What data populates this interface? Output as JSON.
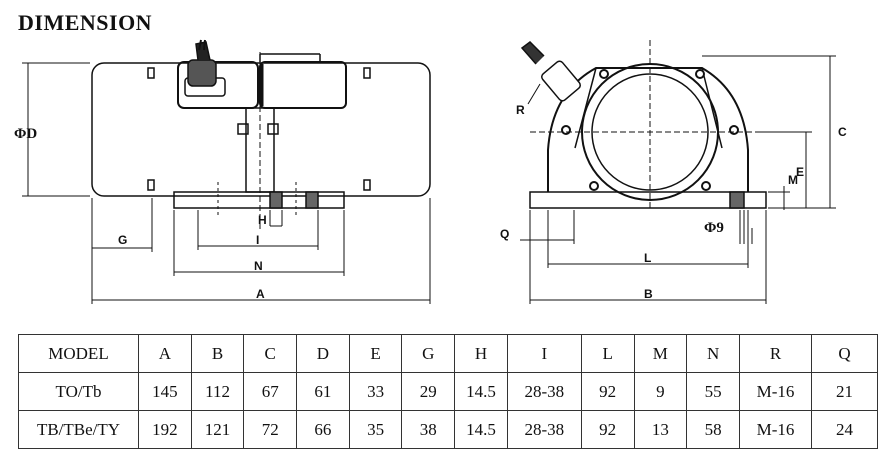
{
  "heading": "DIMENSION",
  "labels": {
    "phiD": "ΦD",
    "G": "G",
    "H": "H",
    "I": "I",
    "N": "N",
    "A": "A",
    "R": "R",
    "C": "C",
    "E": "E",
    "M": "M",
    "Q": "Q",
    "phi9": "Φ9",
    "L": "L",
    "B": "B"
  },
  "table": {
    "headers": [
      "MODEL",
      "A",
      "B",
      "C",
      "D",
      "E",
      "G",
      "H",
      "I",
      "L",
      "M",
      "N",
      "R",
      "Q"
    ],
    "rows": [
      [
        "TO/Tb",
        "145",
        "112",
        "67",
        "61",
        "33",
        "29",
        "14.5",
        "28-38",
        "92",
        "9",
        "55",
        "M-16",
        "21"
      ],
      [
        "TB/TBe/TY",
        "192",
        "121",
        "72",
        "66",
        "35",
        "38",
        "14.5",
        "28-38",
        "92",
        "13",
        "58",
        "M-16",
        "24"
      ]
    ]
  }
}
